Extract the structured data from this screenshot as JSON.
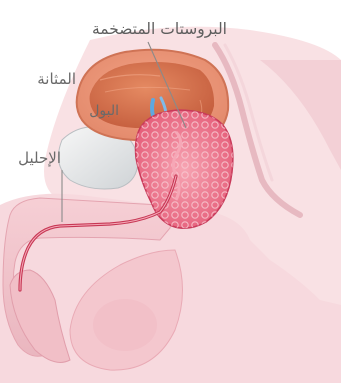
{
  "labels": {
    "enlarged_prostate": "البروستات المتضخمة",
    "bladder": "المثانة",
    "urine": "البول",
    "urethra": "الإحليل"
  },
  "colors": {
    "skin": "#f9dde0",
    "skin_deep": "#f1c0c6",
    "prostate": "#e95c78",
    "bladder_inner": "#d8714e",
    "urethra": "#c73754",
    "urine": "#5ea8e0",
    "label_text": "#6a6a6a"
  }
}
